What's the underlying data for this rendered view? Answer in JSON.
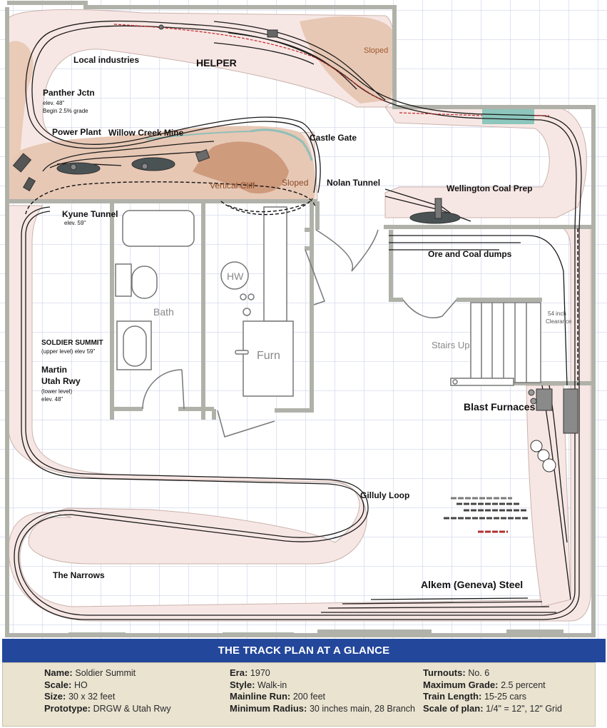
{
  "labels": {
    "local_industries": "Local industries",
    "helper": "HELPER",
    "sloped_1": "Sloped",
    "panther_jctn": "Panther Jctn",
    "panther_elev": "elev. 48\"",
    "panther_grade": "Begin 2.5% grade",
    "power_plant": "Power Plant",
    "willow_creek": "Willow Creek Mine",
    "castle_gate": "Castle Gate",
    "vertical_cliff": "Vertical Cliff",
    "sloped_2": "Sloped",
    "nolan_tunnel": "Nolan Tunnel",
    "wellington": "Wellington Coal Prep",
    "kyune_tunnel": "Kyune Tunnel",
    "kyune_elev": "elev. 59\"",
    "ore_coal": "Ore and Coal dumps",
    "hw": "HW",
    "bath": "Bath",
    "furn": "Furn",
    "clearance_1": "54 inch",
    "clearance_2": "Clearance",
    "stairs_up": "Stairs Up",
    "soldier_summit": "SOLDIER SUMMIT",
    "soldier_elev": "(upper level) elev 59\"",
    "martin_1": "Martin",
    "martin_2": "Utah Rwy",
    "martin_lower": "(lower level)",
    "martin_elev": "elev. 48\"",
    "blast_furnaces": "Blast Furnaces",
    "gilluly_loop": "Gilluly Loop",
    "the_narrows": "The Narrows",
    "alkem": "Alkem (Geneva) Steel"
  },
  "banner": {
    "title": "THE TRACK PLAN AT A GLANCE"
  },
  "info": {
    "col1": [
      {
        "k": "Name:",
        "v": "Soldier Summit"
      },
      {
        "k": "Scale:",
        "v": "HO"
      },
      {
        "k": "Size:",
        "v": "30 x 32  feet"
      },
      {
        "k": "Prototype:",
        "v": "DRGW & Utah Rwy"
      }
    ],
    "col2": [
      {
        "k": "Era:",
        "v": "1970"
      },
      {
        "k": "Style:",
        "v": "Walk-in"
      },
      {
        "k": "Mainline Run:",
        "v": "200 feet"
      },
      {
        "k": "Minimum Radius:",
        "v": "30 inches main, 28 Branch"
      }
    ],
    "col3": [
      {
        "k": "Turnouts:",
        "v": "No. 6"
      },
      {
        "k": "Maximum Grade:",
        "v": "2.5 percent"
      },
      {
        "k": "Train Length:",
        "v": "15-25 cars"
      },
      {
        "k": "Scale of plan:",
        "v": "1/4\" = 12\", 12\" Grid"
      }
    ]
  },
  "colors": {
    "wall": "#b9bbb4",
    "benchwork": "#f7e7e4",
    "scenery": "#e7c9b7",
    "cliff": "#cf9b7d",
    "water": "#8fbfb8",
    "track_red": "#c0282d",
    "grid": "#bcc3e2",
    "banner": "#23479b",
    "info_bg": "#e9e3d0"
  }
}
